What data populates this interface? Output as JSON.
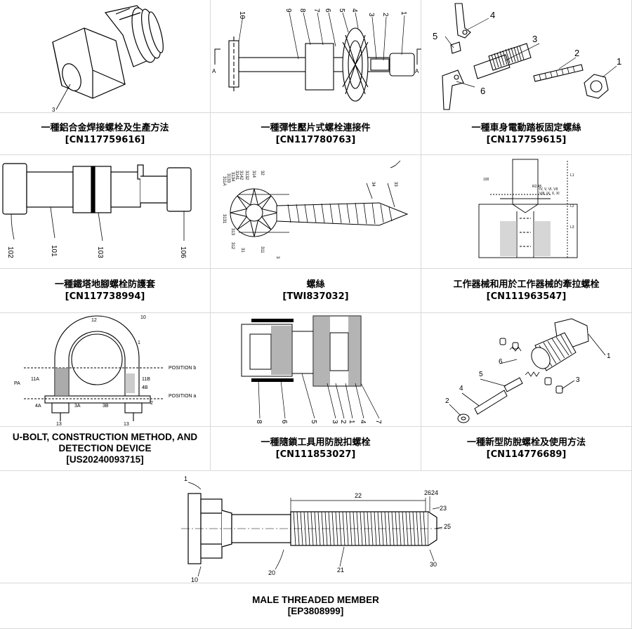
{
  "patents": [
    {
      "title": "一種鋁合金焊接螺栓及生產方法",
      "number": "[CN117759616]",
      "labels": [
        "3"
      ]
    },
    {
      "title": "一種彈性壓片式螺栓連接件",
      "number": "[CN117780763]",
      "labels": [
        "10",
        "9",
        "8",
        "7",
        "6",
        "5",
        "4",
        "3",
        "2",
        "1",
        "A",
        "A"
      ]
    },
    {
      "title": "一種車身電動踏板固定螺絲",
      "number": "[CN117759615]",
      "labels": [
        "4",
        "5",
        "3",
        "2",
        "1",
        "6"
      ]
    },
    {
      "title": "一種鐵塔地腳螺栓防護套",
      "number": "[CN117738994]",
      "labels": [
        "102",
        "101",
        "103",
        "106"
      ]
    },
    {
      "title": "螺絲",
      "number": "[TWI837032]",
      "labels": [
        "3",
        "31",
        "32",
        "33",
        "34",
        "311",
        "312",
        "313",
        "314",
        "3131",
        "3132",
        "3133",
        "3134",
        "3141",
        "3142",
        "311A"
      ]
    },
    {
      "title": "工作器械和用於工作器械的牽拉螺栓",
      "number": "[CN111963547]",
      "labels": [
        "100",
        "L1",
        "L2",
        "L3",
        "IV, V, VI, VII",
        "VIII, IX, X, XI",
        "R2.45"
      ]
    },
    {
      "title_lines": [
        "U-BOLT, CONSTRUCTION METHOD, AND",
        "DETECTION DEVICE"
      ],
      "number": "[US20240093715]",
      "labels": [
        "12",
        "10",
        "1",
        "POSITION b",
        "POSITION a",
        "PA",
        "11A",
        "11B",
        "4B",
        "4A",
        "3A",
        "3B",
        "2",
        "13",
        "13"
      ]
    },
    {
      "title": "一種隨鎖工具用防脫扣螺栓",
      "number": "[CN111853027]",
      "labels": [
        "8",
        "6",
        "5",
        "3",
        "2",
        "1",
        "4",
        "7"
      ]
    },
    {
      "title": "一種新型防脫螺栓及使用方法",
      "number": "[CN114776689]",
      "labels": [
        "1",
        "6",
        "5",
        "4",
        "3",
        "2"
      ]
    },
    {
      "title": "MALE THREADED MEMBER",
      "number": "[EP3808999]",
      "labels": [
        "1",
        "22",
        "26",
        "24",
        "23",
        "25",
        "20",
        "21",
        "30",
        "10"
      ]
    }
  ]
}
